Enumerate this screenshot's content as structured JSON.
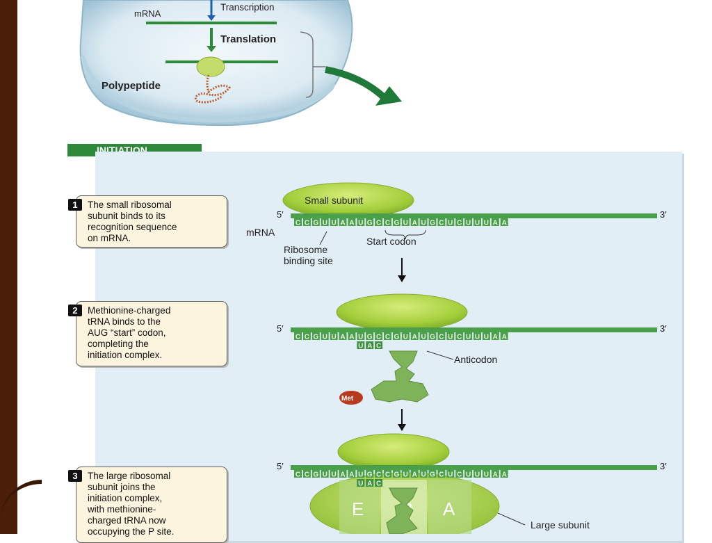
{
  "overview": {
    "transcription": "Transcription",
    "translation": "Translation",
    "mrna_label": "mRNA",
    "polypeptide_label": "Polypeptide"
  },
  "section_title": "INITIATION",
  "steps": [
    {
      "number": "1",
      "text": "The small ribosomal\nsubunit binds to its\nrecognition sequence\non mRNA."
    },
    {
      "number": "2",
      "text": "Methionine-charged\ntRNA binds to the\nAUG “start” codon,\ncompleting the\ninitiation complex."
    },
    {
      "number": "3",
      "text": "The large ribosomal\nsubunit joins the\ninitiation complex,\nwith methionine-\ncharged tRNA now\noccupying the P site."
    }
  ],
  "strand": {
    "five_prime": "5′",
    "three_prime": "3′",
    "mrna_label": "mRNA",
    "bases": [
      "C",
      "C",
      "G",
      "U",
      "U",
      "A",
      "A",
      "U",
      "G",
      "C",
      "C",
      "G",
      "U",
      "A",
      "U",
      "G",
      "C",
      "U",
      "C",
      "U",
      "U",
      "U",
      "A",
      "A"
    ]
  },
  "labels": {
    "small_subunit": "Small subunit",
    "ribosome_binding_site": "Ribosome\nbinding site",
    "start_codon": "Start codon",
    "anticodon": "Anticodon",
    "anticodon_bases": [
      "U",
      "A",
      "C"
    ],
    "met": "Met",
    "large_subunit": "Large subunit",
    "site_e": "E",
    "site_p": "P",
    "site_a": "A"
  },
  "colors": {
    "dark_green": "#2e8a3a",
    "strand_green": "#4aa04a",
    "subunit_green": "#a8d23e",
    "met_red": "#b83a1e",
    "panel_bg": "#e1eef6",
    "step_box_bg": "#fcf4de"
  }
}
